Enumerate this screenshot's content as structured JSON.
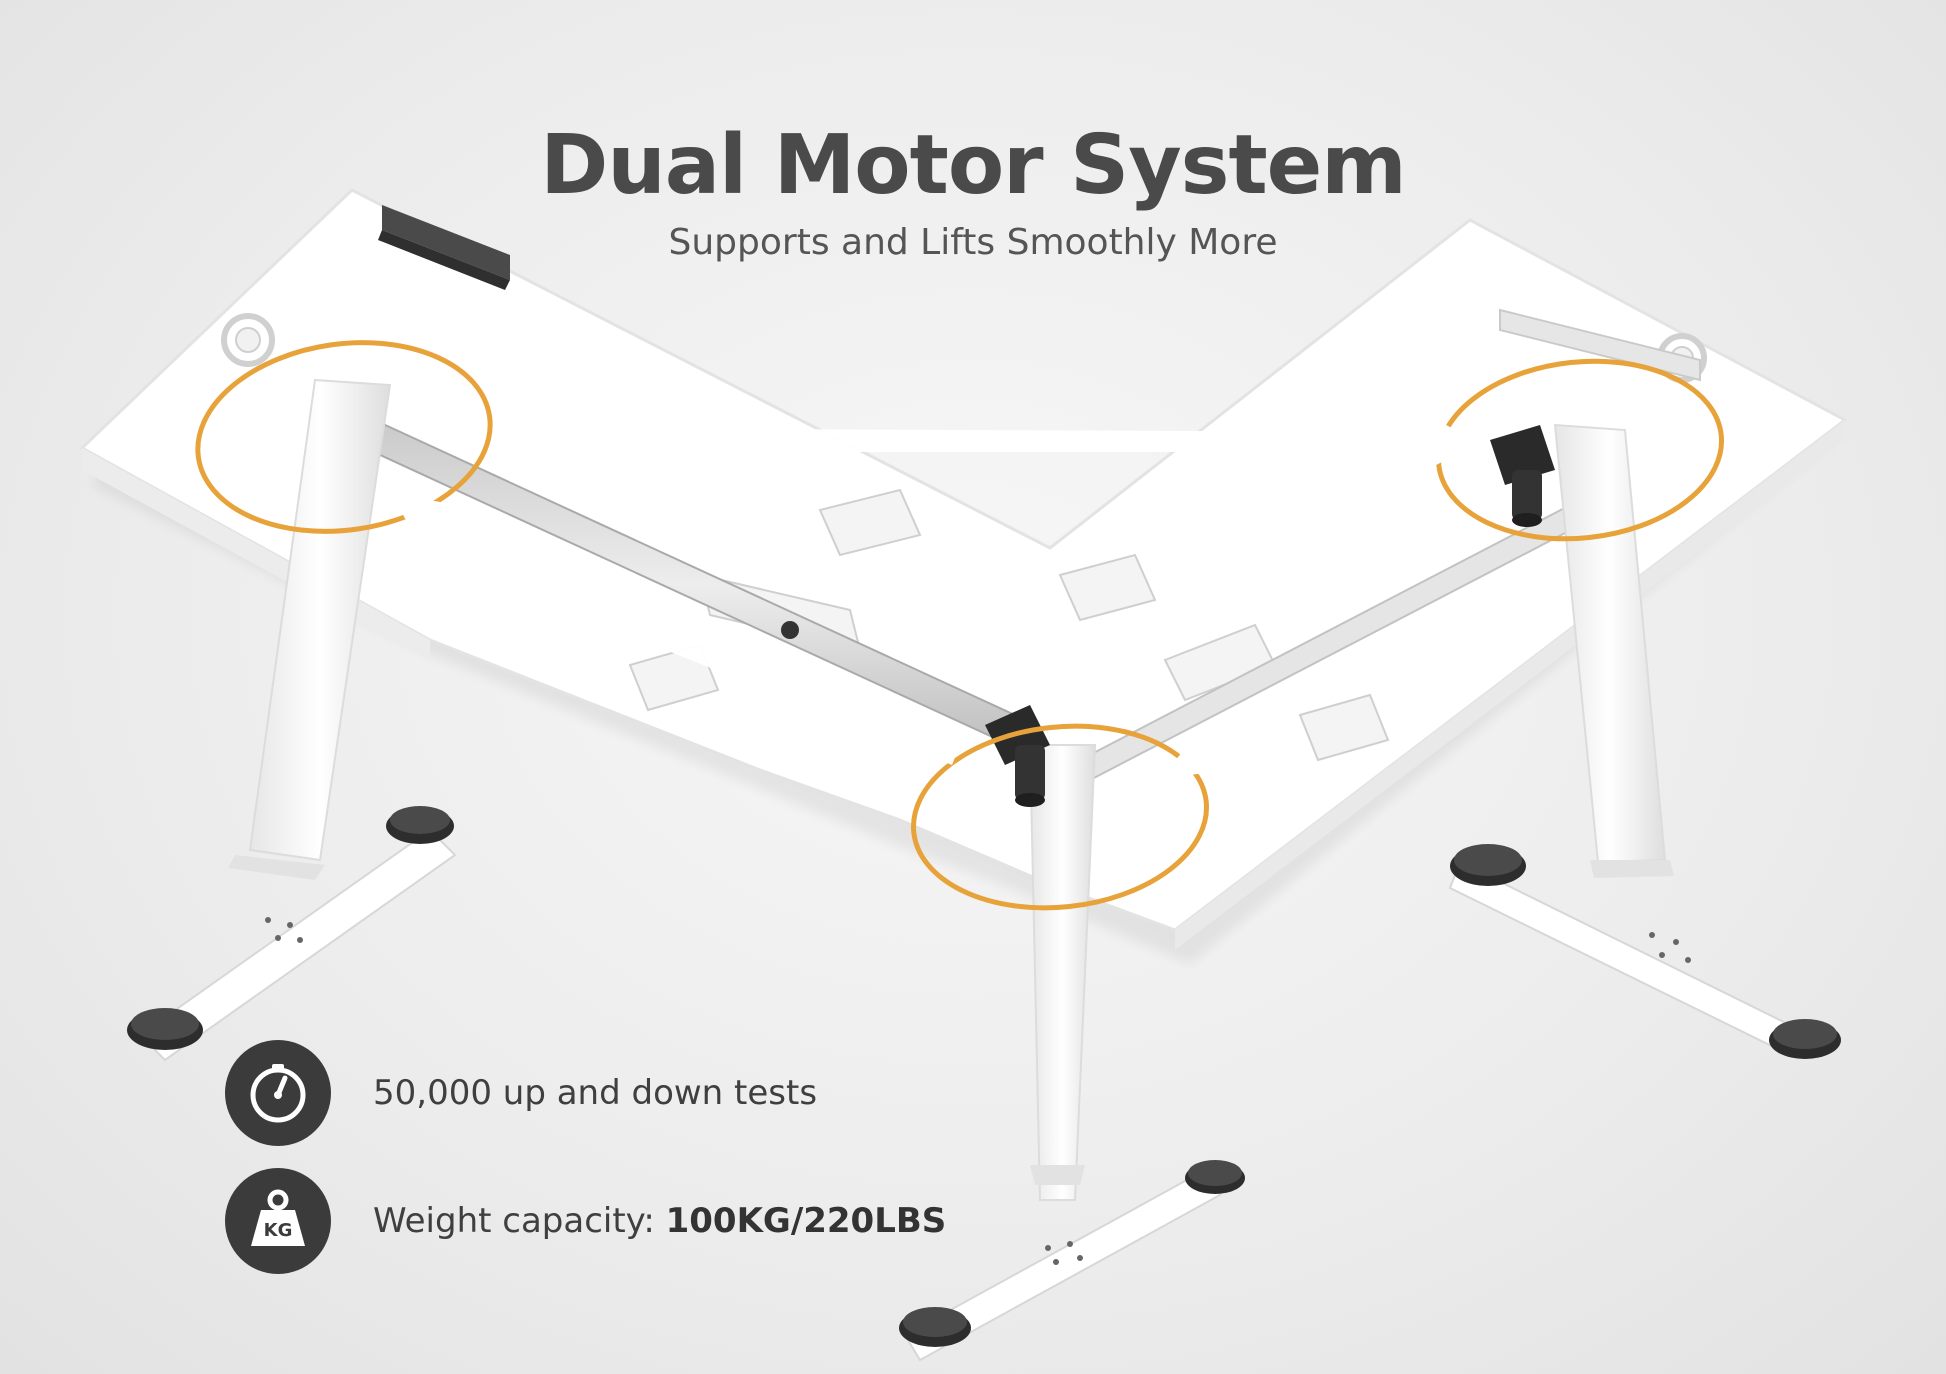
{
  "header": {
    "title": "Dual Motor System",
    "subtitle": "Supports and Lifts Smoothly More"
  },
  "features": [
    {
      "icon": "gauge-icon",
      "text": "50,000 up and down tests"
    },
    {
      "icon": "weight-icon",
      "icon_label": "KG",
      "label": "Weight capacity: ",
      "value": "100KG/220LBS"
    }
  ],
  "colors": {
    "accent_ring": "#e8a23a",
    "text_dark": "#4a4a4a",
    "badge": "#3b3b3b",
    "desk": "#ffffff",
    "background": "#ececec"
  }
}
